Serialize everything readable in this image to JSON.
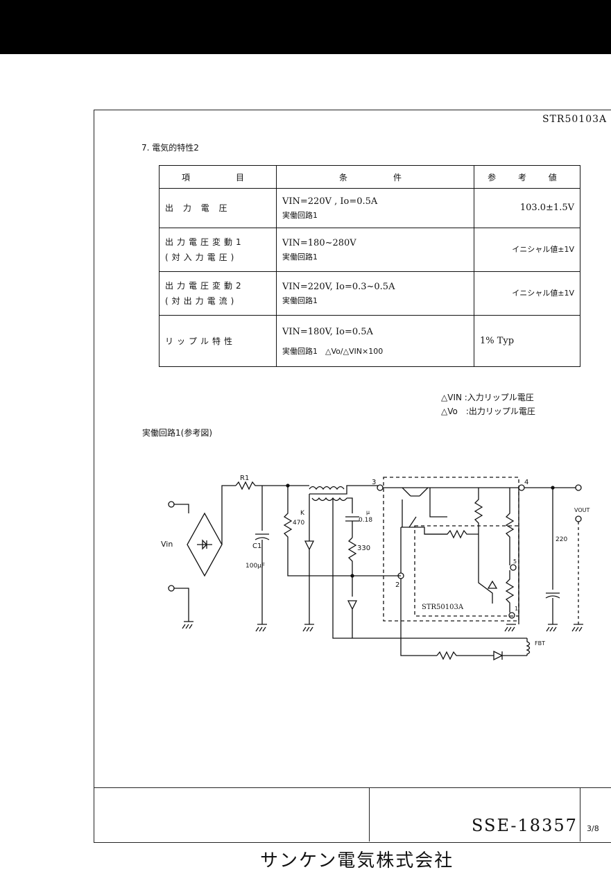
{
  "header": {
    "model": "STR50103A"
  },
  "section": {
    "title": "7. 電気的特性2"
  },
  "table": {
    "headers": [
      "項　　目",
      "条　　件",
      "参 考 値"
    ],
    "rows": [
      {
        "item": [
          "出 力 電 圧"
        ],
        "cond": [
          "VIN=220V , Io=0.5A"
        ],
        "cond_sub": "実働回路1",
        "value": "103.0±1.5V"
      },
      {
        "item": [
          "出力電圧変動1",
          "(対入力電圧)"
        ],
        "cond": [
          "VIN=180~280V"
        ],
        "cond_sub": "実働回路1",
        "value": "イニシャル値±1V"
      },
      {
        "item": [
          "出力電圧変動2",
          "(対出力電流)"
        ],
        "cond": [
          "VIN=220V,  Io=0.3~0.5A"
        ],
        "cond_sub": "実働回路1",
        "value": "イニシャル値±1V"
      },
      {
        "item": [
          "リップル特性"
        ],
        "cond": [
          "VIN=180V,  Io=0.5A"
        ],
        "cond_sub": "実働回路1　△Vo/△VIN×100",
        "value": "1% Typ"
      }
    ]
  },
  "notes": [
    "△VIN :入力リップル電圧",
    "△Vo　:出力リップル電圧"
  ],
  "circuit": {
    "title": "実働回路1(参考図)",
    "labels": {
      "r1": "R1",
      "vin": "Vin",
      "c1": "C1",
      "c1_value": "100μF",
      "r_470": "470",
      "k": "K",
      "cap_018": "0.18",
      "mu": "μ",
      "r_330": "330",
      "pin3": "3",
      "pin4": "4",
      "pin2": "2",
      "pin5": "5",
      "pin1": "1",
      "ic_name": "STR50103A",
      "vout": "VOUT",
      "cap_220": "220",
      "fbt": "FBT"
    }
  },
  "footer": {
    "doc_number": "SSE-18357",
    "page": "3/8",
    "company": "サンケン電気株式会社"
  }
}
